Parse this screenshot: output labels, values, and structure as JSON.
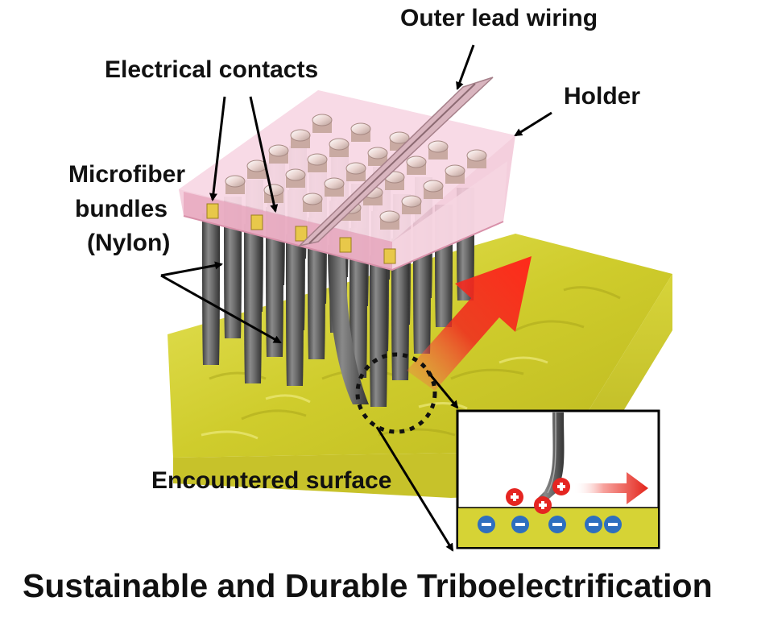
{
  "labels": {
    "outer_lead_wiring": "Outer lead wiring",
    "electrical_contacts": "Electrical contacts",
    "holder": "Holder",
    "microfiber_line1": "Microfiber",
    "microfiber_line2": "bundles",
    "microfiber_line3": "(Nylon)",
    "encountered_surface": "Encountered surface"
  },
  "inset": {
    "positive_symbol": "+",
    "negative_symbol": "−"
  },
  "caption": "Sustainable and Durable Triboelectrification",
  "colors": {
    "substrate": "#d8d63a",
    "holder": "#f1c5d6",
    "fiber": "#6f6f6f",
    "contact": "#e8c84a",
    "arrow_red": "#e8231c",
    "positive": "#e52521",
    "negative": "#2e6fbf"
  }
}
